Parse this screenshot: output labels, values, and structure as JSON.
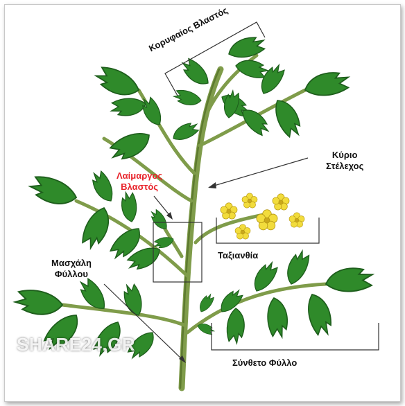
{
  "labels": {
    "top_shoot": "Κορυφαίος Βλαστός",
    "main_stem_line1": "Κύριο",
    "main_stem_line2": "Στέλεχος",
    "sucker_line1": "Λαίμαργος",
    "sucker_line2": "Βλαστός",
    "inflorescence": "Ταξιανθία",
    "leaf_axil_line1": "Μασχάλη",
    "leaf_axil_line2": "Φύλλου",
    "compound_leaf": "Σύνθετο Φύλλο"
  },
  "watermark": "SHARE24.GR",
  "colors": {
    "stem": "#7f9c4a",
    "stem_dark": "#5d7a2f",
    "leaf": "#2f8a2a",
    "leaf_dark": "#1e5e1c",
    "flower": "#f2dc3c",
    "sucker_label": "#e8232a",
    "label": "#111111"
  }
}
